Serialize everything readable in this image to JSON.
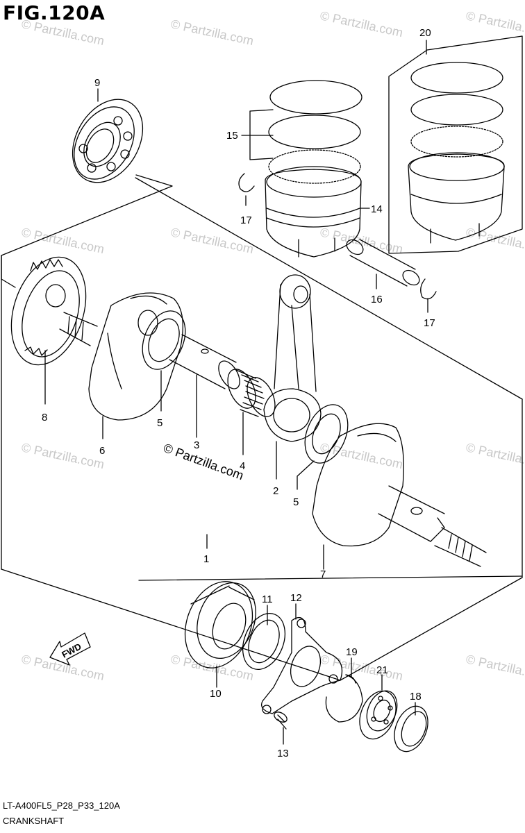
{
  "figure": {
    "title": "FIG.120A",
    "model_code": "LT-A400FL5_P28_P33_120A",
    "section_name": "CRANKSHAFT"
  },
  "fwd_label": "FWD",
  "watermark_text": "© Partzilla.com",
  "callouts": [
    {
      "id": "c20",
      "label": "20"
    },
    {
      "id": "c9",
      "label": "9"
    },
    {
      "id": "c15",
      "label": "15"
    },
    {
      "id": "c14",
      "label": "14"
    },
    {
      "id": "c17a",
      "label": "17"
    },
    {
      "id": "c16",
      "label": "16"
    },
    {
      "id": "c17b",
      "label": "17"
    },
    {
      "id": "c8",
      "label": "8"
    },
    {
      "id": "c5a",
      "label": "5"
    },
    {
      "id": "c3",
      "label": "3"
    },
    {
      "id": "c6",
      "label": "6"
    },
    {
      "id": "c4",
      "label": "4"
    },
    {
      "id": "c2",
      "label": "2"
    },
    {
      "id": "c5b",
      "label": "5"
    },
    {
      "id": "c1",
      "label": "1"
    },
    {
      "id": "c7",
      "label": "7"
    },
    {
      "id": "c11",
      "label": "11"
    },
    {
      "id": "c12",
      "label": "12"
    },
    {
      "id": "c19",
      "label": "19"
    },
    {
      "id": "c21",
      "label": "21"
    },
    {
      "id": "c18",
      "label": "18"
    },
    {
      "id": "c10",
      "label": "10"
    },
    {
      "id": "c13",
      "label": "13"
    }
  ]
}
